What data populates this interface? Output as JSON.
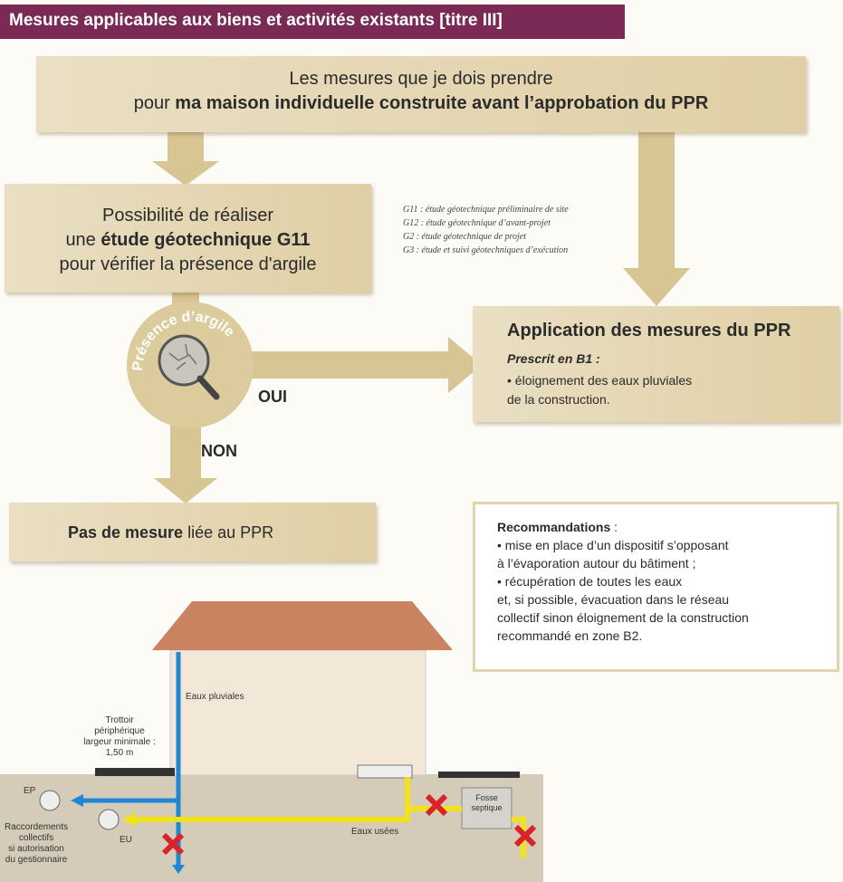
{
  "header": {
    "title": "Mesures applicables aux biens et activités existants [titre III]"
  },
  "top": {
    "line1": "Les mesures que je dois prendre",
    "line2_pre": "pour ",
    "line2_bold": "ma maison individuelle construite avant l’approbation du PPR"
  },
  "geo": {
    "line1": "Possibilité de réaliser",
    "line2_pre": "une ",
    "line2_bold": "étude géotechnique G11",
    "line3": "pour vérifier la présence d'argile"
  },
  "legend": [
    "G11 : étude géotechnique préliminaire de site",
    "G12 : étude géotechnique d’avant-projet",
    "G2 : étude géotechnique de projet",
    "G3 : étude et suivi géotechniques d’exécution"
  ],
  "question": {
    "label": "Présence d’argile ?",
    "oui": "OUI",
    "non": "NON"
  },
  "ppr": {
    "title": "Application des mesures du PPR",
    "prescrit": "Prescrit en B1 :",
    "item1": "• éloignement des eaux pluviales",
    "item2": "de la construction."
  },
  "pas": {
    "bold": "Pas de mesure",
    "rest": " liée au PPR"
  },
  "reco": {
    "title": "Recommandations",
    "colon": " :",
    "lines": [
      "• mise en place d’un dispositif s’opposant",
      "à l’évaporation autour du bâtiment ;",
      "• récupération de toutes les eaux",
      "et, si possible, évacuation dans le réseau",
      "collectif sinon éloignement de la construction",
      "recommandé en zone B2."
    ]
  },
  "illustration": {
    "eaux_pluviales": "Eaux pluviales",
    "trottoir": [
      "Trottoir",
      "périphérique",
      "largeur minimale :",
      "1,50 m"
    ],
    "ep": "EP",
    "eu": "EU",
    "raccordements": [
      "Raccordements",
      "collectifs",
      "si autorisation",
      "du gestionnaire"
    ],
    "eaux_usees": "Eaux usées",
    "fosse": [
      "Fosse",
      "septique"
    ]
  },
  "colors": {
    "header": "#7a2a55",
    "box": "#e5d7b4",
    "arrow": "#d8c594",
    "roof": "#c98361",
    "blue": "#1f86d6",
    "yellow": "#f2e21a",
    "cross": "#d8232a"
  }
}
